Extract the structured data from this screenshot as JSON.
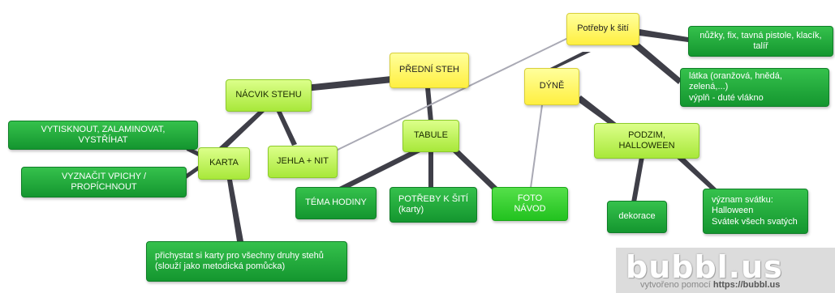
{
  "nodes": {
    "potreby_k_siti_top": "Potřeby k šití",
    "nuzky": "nůžky, fix, tavná pistole, klacík, talíř",
    "latka": "látka (oranžová, hnědá, zelená,...)\nvýplň - duté vlákno",
    "predni_steh": "PŘEDNÍ STEH",
    "dyne": "DÝNĚ",
    "nacvik_stehu": "NÁCVIK STEHU",
    "tabule": "TABULE",
    "podzim": "PODZIM, HALLOWEEN",
    "vytisknout": "VYTISKNOUT, ZALAMINOVAT, VYSTŘÍHAT",
    "karta": "KARTA",
    "jehla": "JEHLA + NIT",
    "vyznacit": "VYZNAČIT VPICHY / PROPÍCHNOUT",
    "tema_hodiny": "TÉMA HODINY",
    "potreby_karty": "POTŘEBY K ŠITÍ\n(karty)",
    "foto_navod": "FOTO NÁVOD",
    "dekorace": "dekorace",
    "vyznam": "význam svátku:\nHalloween\nSvátek všech svatých",
    "prichystat": "přichystat si karty pro všechny druhy stehů\n(slouží jako metodická pomůcka)"
  },
  "watermark": {
    "logo": "bubbl.us",
    "tagline": "vytvořeno pomocí",
    "url": "https://bubbl.us"
  },
  "colors": {
    "edge": "#3f3f48",
    "edge_light": "#a9a9b4"
  }
}
